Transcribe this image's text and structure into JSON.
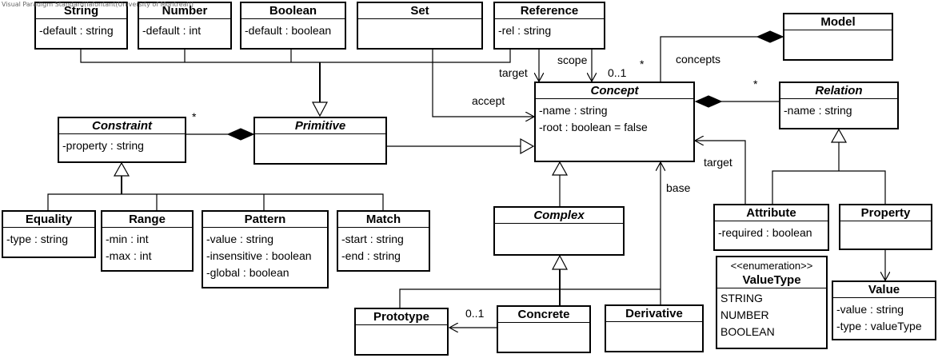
{
  "watermark": "Visual Paradigm Standard(lafontant(University of Montreal))",
  "classes": {
    "string": {
      "name": "String",
      "attrs": [
        "-default : string"
      ]
    },
    "number": {
      "name": "Number",
      "attrs": [
        "-default : int"
      ]
    },
    "boolean": {
      "name": "Boolean",
      "attrs": [
        "-default : boolean"
      ]
    },
    "set": {
      "name": "Set",
      "attrs": []
    },
    "reference": {
      "name": "Reference",
      "attrs": [
        "-rel : string"
      ]
    },
    "model": {
      "name": "Model",
      "attrs": []
    },
    "concept": {
      "name": "Concept",
      "attrs": [
        "-name : string",
        "-root : boolean = false"
      ]
    },
    "relation": {
      "name": "Relation",
      "attrs": [
        "-name : string"
      ]
    },
    "constraint": {
      "name": "Constraint",
      "attrs": [
        "-property : string"
      ]
    },
    "primitive": {
      "name": "Primitive",
      "attrs": []
    },
    "equality": {
      "name": "Equality",
      "attrs": [
        "-type : string"
      ]
    },
    "range": {
      "name": "Range",
      "attrs": [
        "-min : int",
        "-max : int"
      ]
    },
    "pattern": {
      "name": "Pattern",
      "attrs": [
        "-value : string",
        "-insensitive : boolean",
        "-global : boolean"
      ]
    },
    "match": {
      "name": "Match",
      "attrs": [
        "-start : string",
        "-end : string"
      ]
    },
    "complex": {
      "name": "Complex",
      "attrs": []
    },
    "attribute": {
      "name": "Attribute",
      "attrs": [
        "-required : boolean"
      ]
    },
    "property": {
      "name": "Property",
      "attrs": []
    },
    "valuetype": {
      "stereotype": "<<enumeration>>",
      "name": "ValueType",
      "attrs": [
        "STRING",
        "NUMBER",
        "BOOLEAN"
      ]
    },
    "value": {
      "name": "Value",
      "attrs": [
        "-value : string",
        "-type : valueType"
      ]
    },
    "prototype": {
      "name": "Prototype",
      "attrs": []
    },
    "concrete": {
      "name": "Concrete",
      "attrs": []
    },
    "derivative": {
      "name": "Derivative",
      "attrs": []
    }
  },
  "labels": {
    "target_ref": "target",
    "scope": "scope",
    "mult_01_scope": "0..1",
    "mult_star_model": "*",
    "concepts": "concepts",
    "mult_star_relation": "*",
    "accept": "accept",
    "mult_star_constraint": "*",
    "target_attr": "target",
    "base": "base",
    "mult_01_proto": "0..1"
  }
}
